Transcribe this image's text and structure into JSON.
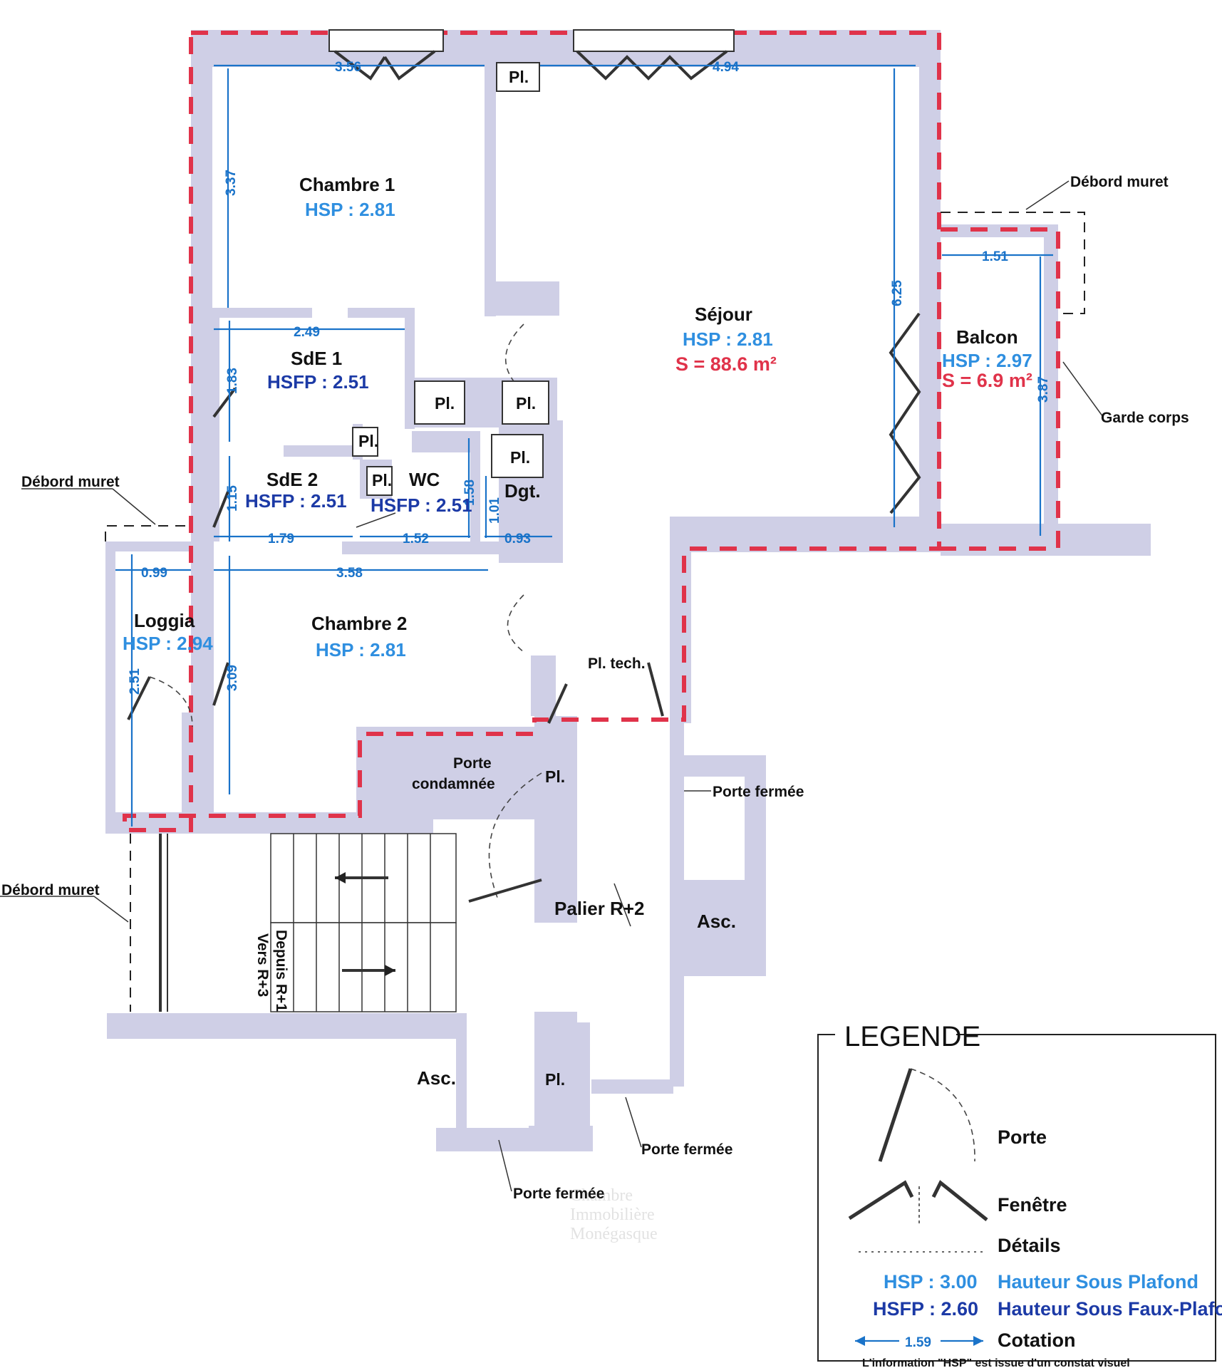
{
  "rooms": {
    "chambre1": {
      "name": "Chambre 1",
      "hsp": "HSP : 2.81"
    },
    "sejour": {
      "name": "Séjour",
      "hsp": "HSP : 2.81",
      "surface": "S = 88.6 m²"
    },
    "balcon": {
      "name": "Balcon",
      "hsp": "HSP : 2.97",
      "surface": "S = 6.9 m²"
    },
    "sde1": {
      "name": "SdE 1",
      "hsfp": "HSFP : 2.51"
    },
    "sde2": {
      "name": "SdE 2",
      "hsfp": "HSFP : 2.51"
    },
    "wc": {
      "name": "WC",
      "hsfp": "HSFP : 2.51"
    },
    "dgt": {
      "name": "Dgt."
    },
    "loggia": {
      "name": "Loggia",
      "hsp": "HSP : 2.94"
    },
    "chambre2": {
      "name": "Chambre 2",
      "hsp": "HSP : 2.81"
    },
    "palier": {
      "name": "Palier R+2"
    }
  },
  "labels": {
    "pl": "Pl.",
    "pl_tech": "Pl. tech.",
    "asc": "Asc.",
    "porte_condamnee_1": "Porte",
    "porte_condamnee_2": "condamnée",
    "porte_fermee": "Porte fermée",
    "debord_muret": "Débord muret",
    "garde_corps": "Garde corps",
    "depuis": "Depuis R+1",
    "vers": "Vers R+3"
  },
  "dimensions": {
    "d_356": "3.56",
    "d_494": "4.94",
    "d_337": "3.37",
    "d_625": "6.25",
    "d_151": "1.51",
    "d_387": "3.87",
    "d_249": "2.49",
    "d_183": "1.83",
    "d_115": "1.15",
    "d_179": "1.79",
    "d_152": "1.52",
    "d_158": "1.58",
    "d_101": "1.01",
    "d_093": "0.93",
    "d_099": "0.99",
    "d_358": "3.58",
    "d_251": "2.51",
    "d_309": "3.09"
  },
  "legend": {
    "title": "LEGENDE",
    "porte": "Porte",
    "fenetre": "Fenêtre",
    "details": "Détails",
    "hsp_value": "HSP : 3.00",
    "hsp_label": "Hauteur Sous Plafond",
    "hsfp_value": "HSFP : 2.60",
    "hsfp_label": "Hauteur Sous Faux-Plafond",
    "cotation_value": "1.59",
    "cotation_label": "Cotation"
  },
  "footer_note": "L'information \"HSP\" est issue d'un constat visuel",
  "watermark": [
    "Chambre",
    "Immobilière",
    "Monégasque"
  ],
  "colors": {
    "wall": "#cfcfe6",
    "surface_outline": "#e0334a",
    "dimension": "#1a73c9",
    "hsp": "#2f8fe0",
    "hsfp": "#1c3aa6"
  }
}
